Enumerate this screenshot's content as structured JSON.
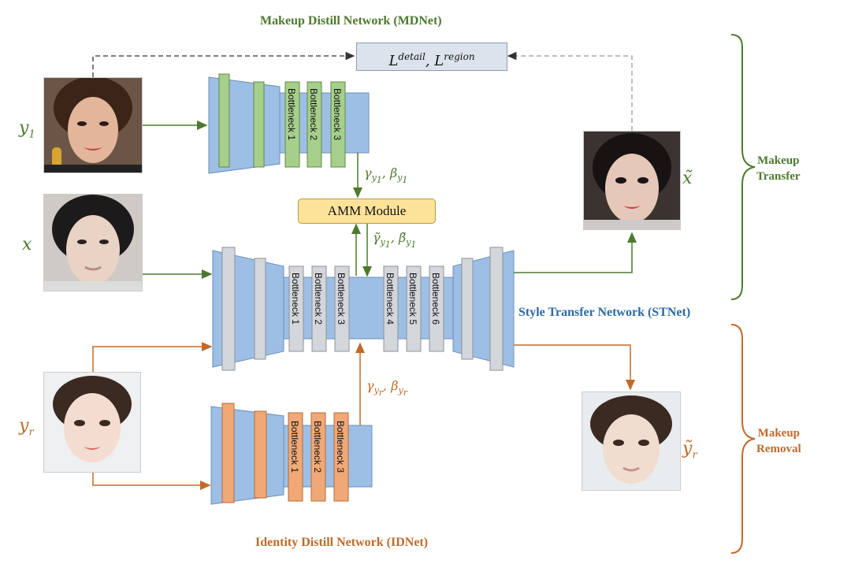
{
  "titles": {
    "mdnet": "Makeup Distill Network (MDNet)",
    "stnet": "Style Transfer Network (STNet)",
    "idnet": "Identity Distill Network (IDNet)"
  },
  "loss_box": {
    "l1": "L",
    "s1": "detail",
    "sep": ", ",
    "l2": "L",
    "s2": "region"
  },
  "amm_label": "AMM Module",
  "inputs": {
    "y1": {
      "main": "y",
      "sub": "1"
    },
    "x": {
      "main": "x"
    },
    "yr": {
      "main": "y",
      "sub": "r"
    }
  },
  "outputs": {
    "xt": {
      "main": "x̃"
    },
    "yrt": {
      "main": "ỹ",
      "sub": "r"
    }
  },
  "params": {
    "gy1": {
      "g": "γ",
      "gs": "y",
      "gss": "1",
      "b": "β",
      "bs": "y",
      "bss": "1"
    },
    "gty1": {
      "g": "γ̃",
      "gs": "y",
      "gss": "1",
      "b": "β̃",
      "bs": "y",
      "bss": "1"
    },
    "gyr": {
      "g": "γ",
      "gs": "y",
      "gss": "r",
      "b": "β",
      "bs": "y",
      "bss": "r"
    }
  },
  "bottlenecks": {
    "md": [
      "Bottleneck 1",
      "Bottleneck 2",
      "Bottleneck 3"
    ],
    "st": [
      "Bottleneck 1",
      "Bottleneck 2",
      "Bottleneck 3",
      "Bottleneck 4",
      "Bottleneck 5",
      "Bottleneck 6"
    ],
    "id": [
      "Bottleneck 1",
      "Bottleneck 2",
      "Bottleneck 3"
    ]
  },
  "braces": {
    "transfer": "Makeup\nTransfer",
    "removal": "Makeup\nRemoval"
  },
  "colors": {
    "green": "#4d7a2e",
    "orange": "#c06a2a",
    "blue": "#2a6aa8",
    "layer_blue": "#9dbfe6",
    "layer_green": "#a6cf8c",
    "layer_orange": "#f0a877",
    "layer_gray": "#d3d6da"
  }
}
